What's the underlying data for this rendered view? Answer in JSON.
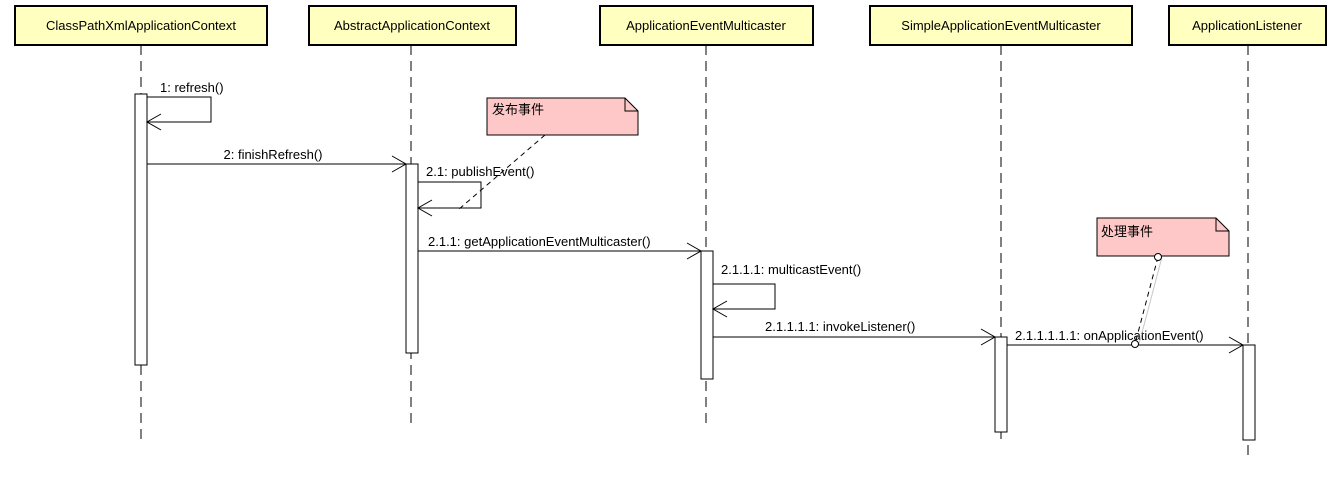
{
  "colors": {
    "participant_fill": "#ffffc0",
    "participant_border": "#000000",
    "note_fill": "#ffc8c8",
    "line": "#000000",
    "activation_fill": "#ffffff",
    "note_link_alt": "#c8c8c8"
  },
  "participants": [
    {
      "id": "cpx",
      "label": "ClassPathXmlApplicationContext"
    },
    {
      "id": "aac",
      "label": "AbstractApplicationContext"
    },
    {
      "id": "aem",
      "label": "ApplicationEventMulticaster"
    },
    {
      "id": "saem",
      "label": "SimpleApplicationEventMulticaster"
    },
    {
      "id": "al",
      "label": "ApplicationListener"
    }
  ],
  "messages": [
    {
      "id": "m1",
      "label": "1: refresh()",
      "from": "cpx",
      "to": "cpx"
    },
    {
      "id": "m2",
      "label": "2: finishRefresh()",
      "from": "cpx",
      "to": "aac"
    },
    {
      "id": "m3",
      "label": "2.1: publishEvent()",
      "from": "aac",
      "to": "aac"
    },
    {
      "id": "m4",
      "label": "2.1.1: getApplicationEventMulticaster()",
      "from": "aac",
      "to": "aem"
    },
    {
      "id": "m5",
      "label": "2.1.1.1: multicastEvent()",
      "from": "aem",
      "to": "aem"
    },
    {
      "id": "m6",
      "label": "2.1.1.1.1: invokeListener()",
      "from": "aem",
      "to": "saem"
    },
    {
      "id": "m7",
      "label": "2.1.1.1.1.1: onApplicationEvent()",
      "from": "saem",
      "to": "al"
    }
  ],
  "notes": [
    {
      "id": "note-publish",
      "text": "发布事件",
      "attached_to": "m3"
    },
    {
      "id": "note-handle",
      "text": "处理事件",
      "attached_to": "m7"
    }
  ]
}
